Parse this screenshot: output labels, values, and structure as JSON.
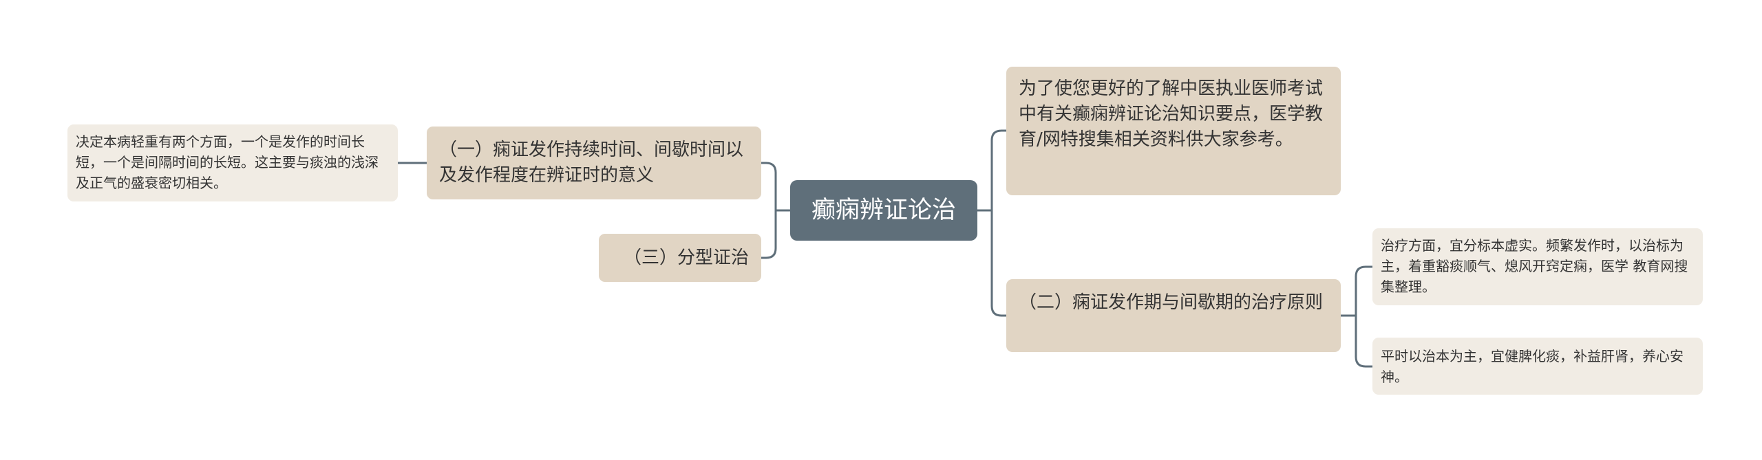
{
  "root": {
    "label": "癫痫辨证论治"
  },
  "left_branches": [
    {
      "label": "（一）痫证发作持续时间、间歇时间以及发作程度在辨证时的意义",
      "detail": "决定本病轻重有两个方面，一个是发作的时间长短，一个是间隔时间的长短。这主要与痰浊的浅深及正气的盛衰密切相关。"
    },
    {
      "label": "（三）分型证治"
    }
  ],
  "right_branches": [
    {
      "label": "为了使您更好的了解中医执业医师考试中有关癫痫辨证论治知识要点，医学教育/网特搜集相关资料供大家参考。"
    },
    {
      "label": "（二）痫证发作期与间歇期的治疗原则",
      "details": [
        "治疗方面，宜分标本虚实。频繁发作时，以治标为主，着重豁痰顺气、熄风开窍定痫，医学 教育网搜集整理。",
        "平时以治本为主，宜健脾化痰，补益肝肾，养心安神。"
      ]
    }
  ],
  "colors": {
    "root_bg": "#5f6f7a",
    "main_bg": "#e1d5c4",
    "sub_bg": "#f1ece4",
    "connector": "#5f6f7a"
  }
}
